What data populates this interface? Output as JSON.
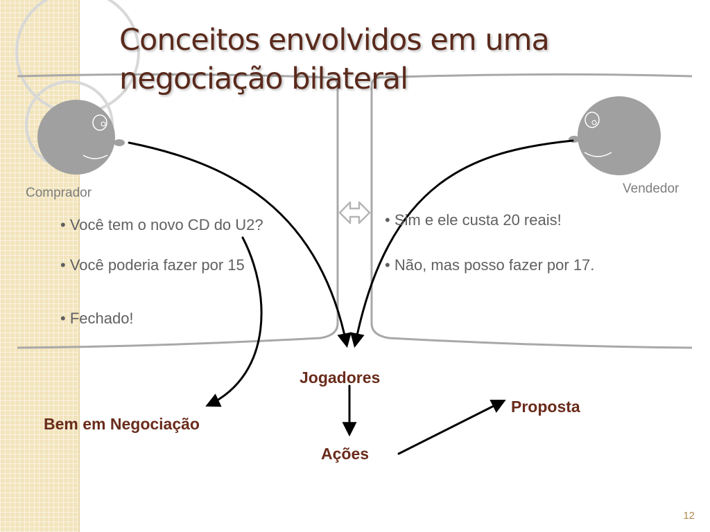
{
  "slide": {
    "title": "Conceitos envolvidos em uma negociação bilateral",
    "page_number": "12"
  },
  "participants": {
    "buyer": {
      "label": "Comprador",
      "icon": "face-icon"
    },
    "seller": {
      "label": "Vendedor",
      "icon": "face-icon"
    }
  },
  "dialogue": {
    "buyer": [
      "• Você tem o novo CD do U2?",
      "• Você poderia fazer por 15",
      "• Fechado!"
    ],
    "seller": [
      "• Sim e ele custa 20 reais!",
      "• Não, mas posso fazer por 17."
    ]
  },
  "concepts": {
    "players": "Jogadores",
    "good": "Bem em Negociação",
    "actions": "Ações",
    "proposal": "Proposta"
  },
  "colors": {
    "title": "#5a2a1c",
    "concept": "#6a2c1c",
    "face": "#a0a0a0",
    "divider": "#a8a8a8",
    "stripe": "#f2e4bc"
  }
}
